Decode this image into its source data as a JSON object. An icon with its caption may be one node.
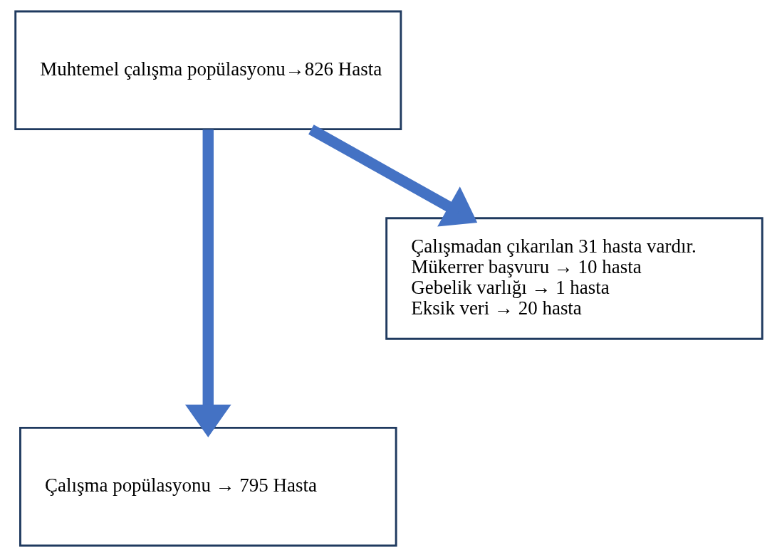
{
  "diagram": {
    "nodes": [
      {
        "text": [
          "Muhtemel çalışma popülasyonu→826 Hasta"
        ]
      },
      {
        "text": [
          "Çalışmadan çıkarılan 31 hasta vardır.",
          "Mükerrer başvuru → 10 hasta",
          "Gebelik varlığı → 1 hasta",
          "Eksik veri → 20 hasta"
        ]
      },
      {
        "text": [
          "Çalışma popülasyonu → 795 Hasta"
        ]
      }
    ],
    "edges": [
      {
        "from": 0,
        "to": 1,
        "arrow": "to"
      },
      {
        "from": 0,
        "to": 2,
        "arrow": "to"
      }
    ]
  }
}
